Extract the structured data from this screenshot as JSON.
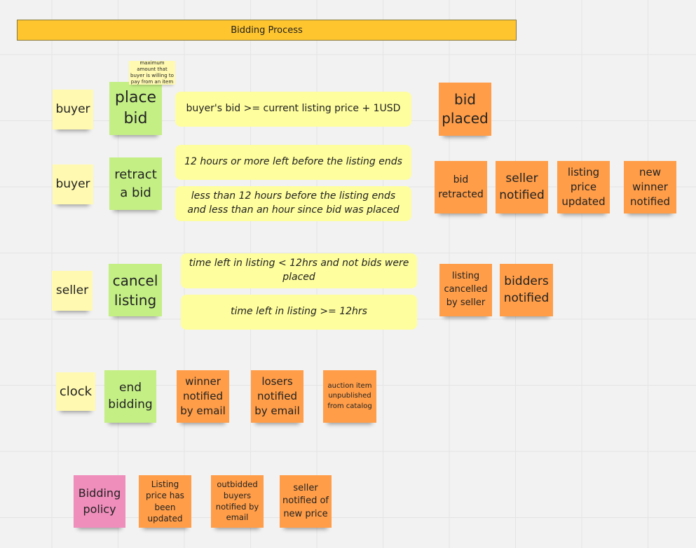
{
  "banner": {
    "title": "Bidding Process"
  },
  "row1": {
    "actor": "buyer",
    "command": "place bid",
    "tooltip_note": "maximum amount that buyer is willing to pay from an item",
    "condition": "buyer's bid >= current listing price + 1USD",
    "event": "bid placed"
  },
  "row2": {
    "actor": "buyer",
    "command": "retract a bid",
    "conditions": [
      "12 hours or more left before the listing ends",
      "less than 12 hours before the listing ends and  less than an hour since bid was placed"
    ],
    "events": [
      "bid retracted",
      "seller notified",
      "listing price updated",
      "new winner notified"
    ]
  },
  "row3": {
    "actor": "seller",
    "command": "cancel listing",
    "conditions": [
      "time left in listing < 12hrs and not bids were placed",
      "time left in listing >= 12hrs"
    ],
    "events": [
      "listing cancelled by seller",
      "bidders notified"
    ]
  },
  "row4": {
    "actor": "clock",
    "command": "end bidding",
    "events": [
      "winner notified by email",
      "losers notified by email",
      "auction item unpublished from catalog"
    ]
  },
  "row5": {
    "policy": "Bidding policy",
    "events": [
      "Listing price has been updated",
      "outbidded buyers notified by email",
      "seller notified of new price"
    ]
  },
  "colors": {
    "banner": "#fec52e",
    "actor": "#fff9b1",
    "command": "#c4ef85",
    "event": "#ff9d48",
    "policy": "#ef8dbb",
    "condition": "#fefe9e"
  }
}
